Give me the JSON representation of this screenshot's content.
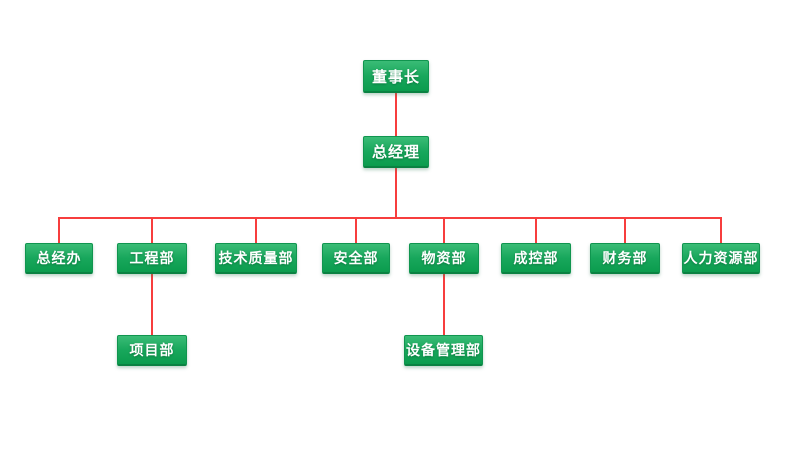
{
  "org": {
    "chairman": {
      "label": "董事长"
    },
    "general_manager": {
      "label": "总经理"
    },
    "departments": [
      {
        "label": "总经办"
      },
      {
        "label": "工程部",
        "children": [
          {
            "label": "项目部"
          }
        ]
      },
      {
        "label": "技术质量部"
      },
      {
        "label": "安全部"
      },
      {
        "label": "物资部",
        "children": [
          {
            "label": "设备管理部"
          }
        ]
      },
      {
        "label": "成控部"
      },
      {
        "label": "财务部"
      },
      {
        "label": "人力资源部"
      }
    ]
  },
  "colors": {
    "box_green_top": "#3abc76",
    "box_green_mid": "#18a75c",
    "box_green_bottom": "#0b9c4e",
    "box_border_green": "#10954f",
    "box_border_dark": "#0a8242",
    "connector_red": "#f73e3e",
    "node_text": "#ffffff",
    "background": "#ffffff"
  }
}
